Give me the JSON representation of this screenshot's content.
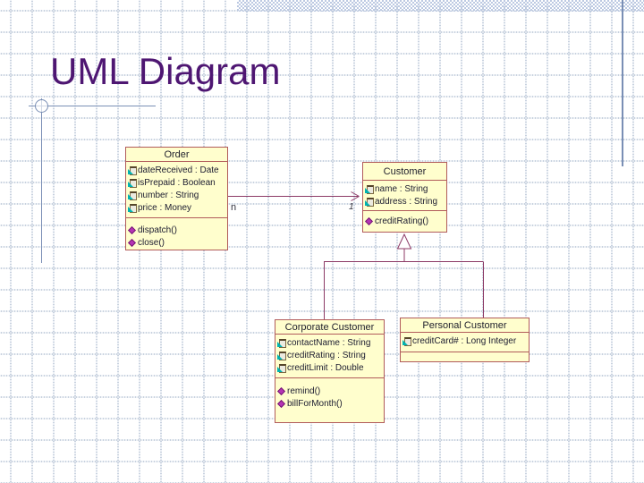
{
  "slide": {
    "title": "UML Diagram"
  },
  "colors": {
    "title_text": "#4e1672",
    "box_fill": "#fffecd",
    "box_border": "#b15b5b",
    "connector": "#8c3a66",
    "attr_icon_teal": "#00b2b2",
    "op_icon_purple": "#b535b5",
    "decor_blue": "#7a8fb5",
    "grid_dot": "#c2cddc",
    "member_text": "#1c1c30"
  },
  "diagram": {
    "classes": [
      {
        "name": "Order",
        "attributes": [
          "dateReceived : Date",
          "isPrepaid : Boolean",
          "number : String",
          "price : Money"
        ],
        "operations": [
          "dispatch()",
          "close()"
        ]
      },
      {
        "name": "Customer",
        "attributes": [
          "name : String",
          "address : String"
        ],
        "operations": [
          "creditRating()"
        ]
      },
      {
        "name": "Corporate Customer",
        "attributes": [
          "contactName : String",
          "creditRating : String",
          "creditLimit : Double"
        ],
        "operations": [
          "remind()",
          "billForMonth()"
        ]
      },
      {
        "name": "Personal Customer",
        "attributes": [
          "creditCard# : Long Integer"
        ],
        "operations": []
      }
    ],
    "relationships": [
      {
        "type": "association",
        "from": "Order",
        "to": "Customer",
        "from_multiplicity": "n",
        "to_multiplicity": "1"
      },
      {
        "type": "generalization",
        "parent": "Customer",
        "children": [
          "Corporate Customer",
          "Personal Customer"
        ]
      }
    ]
  }
}
